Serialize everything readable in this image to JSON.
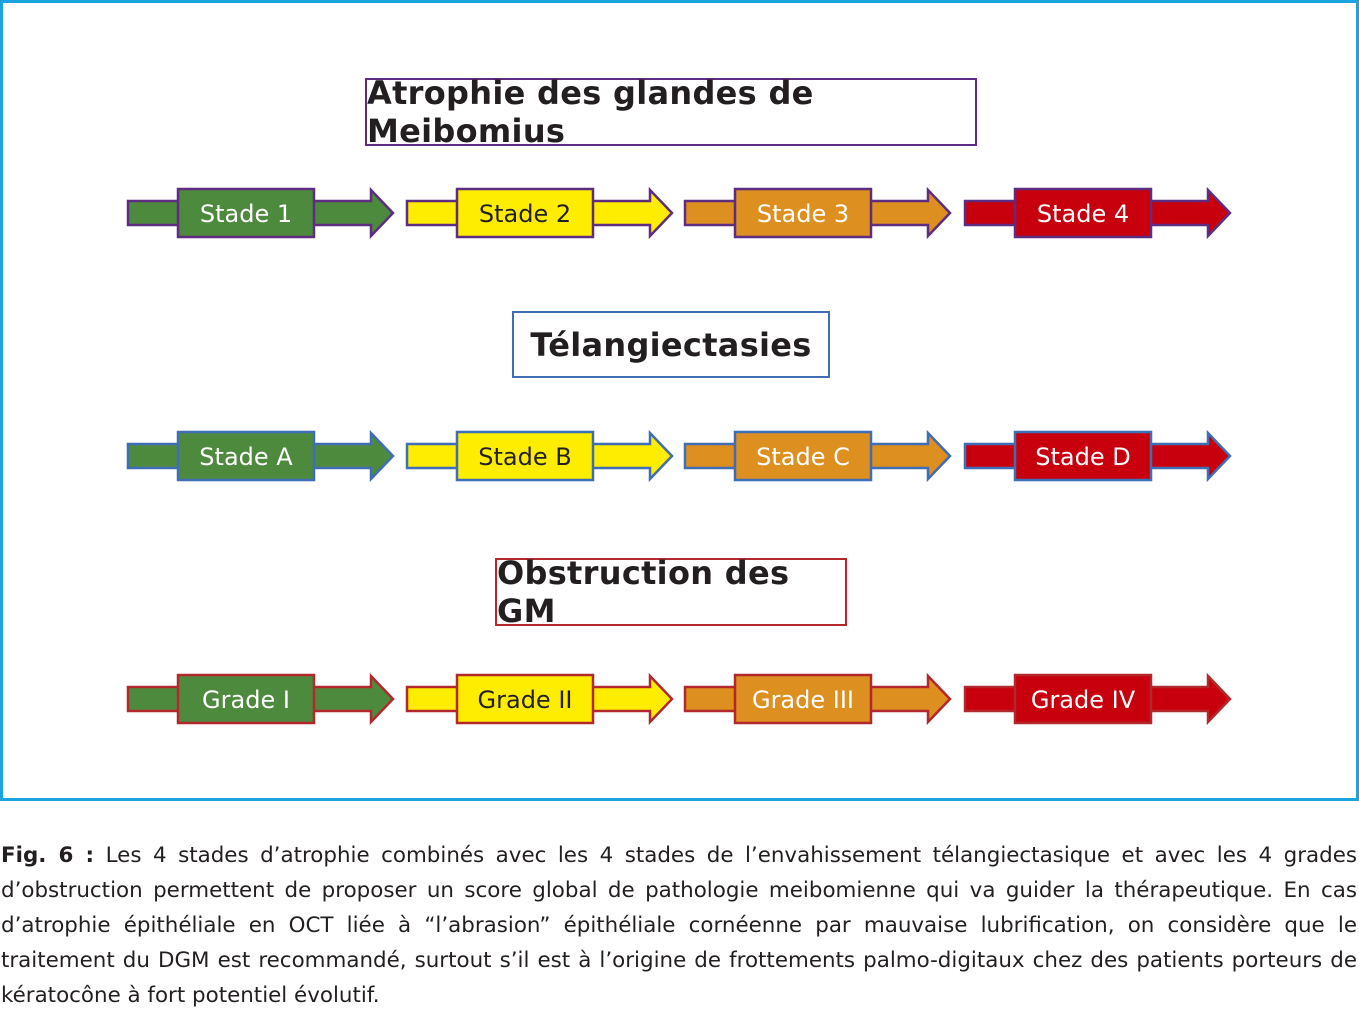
{
  "colors": {
    "frame": "#1aa3dd",
    "green": "#4e8a3e",
    "yellow": "#ffed00",
    "orange": "#dd8f1f",
    "red": "#c8000d",
    "purple_border": "#5e2d82",
    "blue_border": "#3f6eb5",
    "red_border": "#b3282d"
  },
  "sections": [
    {
      "title": "Atrophie des glandes de Meibomius",
      "border_color": "#5e2d82",
      "stages": [
        "Stade 1",
        "Stade 2",
        "Stade 3",
        "Stade 4"
      ]
    },
    {
      "title": "Télangiectasies",
      "border_color": "#3f6eb5",
      "stages": [
        "Stade A",
        "Stade B",
        "Stade C",
        "Stade D"
      ]
    },
    {
      "title": "Obstruction des GM",
      "border_color": "#b3282d",
      "stages": [
        "Grade I",
        "Grade II",
        "Grade III",
        "Grade IV"
      ]
    }
  ],
  "caption": {
    "label": "Fig. 6 :",
    "text": " Les 4 stades d’atrophie combinés avec les 4 stades de l’envahissement télangiectasique et avec les 4 grades d’obstruction permettent de proposer un score global de pathologie meibomienne qui va guider la thérapeutique. En cas d’atrophie épithéliale en OCT liée à “l’abrasion” épithéliale cornéenne par mauvaise lubrification, on considère que le traitement du DGM est recommandé, surtout s’il est à l’origine de frottements palmo-digitaux chez des patients porteurs de kératocône à fort potentiel évolutif."
  }
}
